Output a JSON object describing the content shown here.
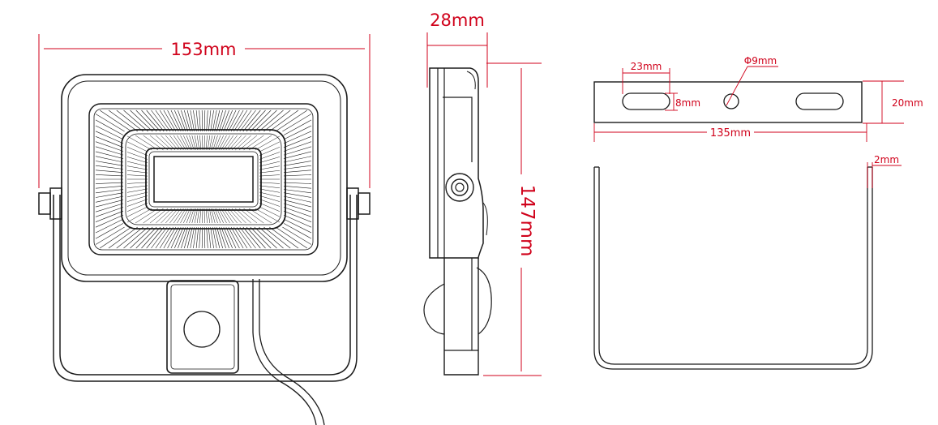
{
  "front_view": {
    "width_label": "153mm"
  },
  "side_view": {
    "depth_label": "28mm",
    "height_label": "147mm"
  },
  "bracket_view": {
    "slot_length_label": "23mm",
    "hole_diameter_label": "Φ9mm",
    "slot_width_label": "8mm",
    "plate_height_label": "20mm",
    "plate_length_label": "135mm",
    "thickness_label": "2mm"
  },
  "colors": {
    "dimension": "#d0021b",
    "outline": "#1a1a1a"
  }
}
